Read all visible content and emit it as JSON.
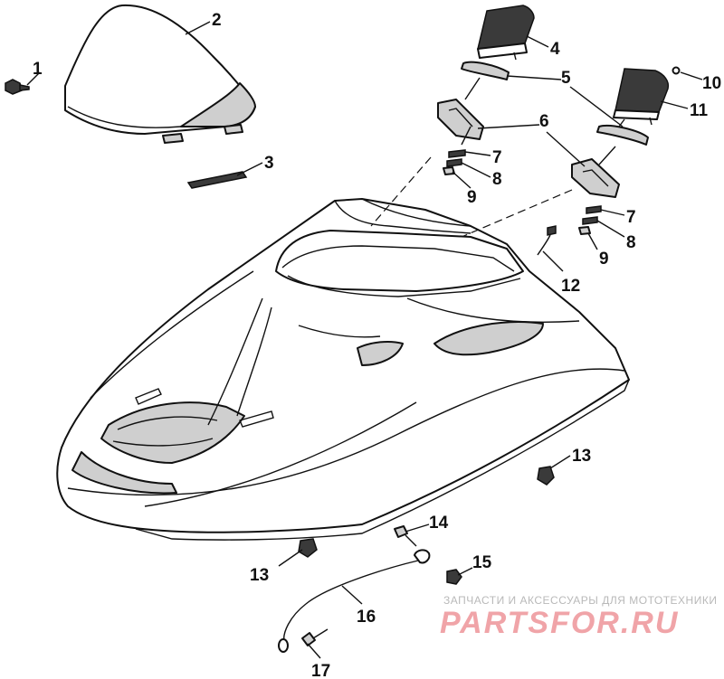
{
  "callouts": [
    {
      "id": "1",
      "label": "1"
    },
    {
      "id": "2",
      "label": "2"
    },
    {
      "id": "3",
      "label": "3"
    },
    {
      "id": "4",
      "label": "4"
    },
    {
      "id": "5",
      "label": "5"
    },
    {
      "id": "6",
      "label": "6"
    },
    {
      "id": "7a",
      "label": "7"
    },
    {
      "id": "8a",
      "label": "8"
    },
    {
      "id": "9a",
      "label": "9"
    },
    {
      "id": "10",
      "label": "10"
    },
    {
      "id": "11",
      "label": "11"
    },
    {
      "id": "7b",
      "label": "7"
    },
    {
      "id": "8b",
      "label": "8"
    },
    {
      "id": "9b",
      "label": "9"
    },
    {
      "id": "12",
      "label": "12"
    },
    {
      "id": "13a",
      "label": "13"
    },
    {
      "id": "14",
      "label": "14"
    },
    {
      "id": "15",
      "label": "15"
    },
    {
      "id": "13b",
      "label": "13"
    },
    {
      "id": "16",
      "label": "16"
    },
    {
      "id": "17",
      "label": "17"
    }
  ],
  "watermark": {
    "caption": "ЗАПЧАСТИ И АКСЕССУАРЫ ДЛЯ МОТОТЕХНИКИ",
    "logo": "PARTSFOR.RU"
  }
}
